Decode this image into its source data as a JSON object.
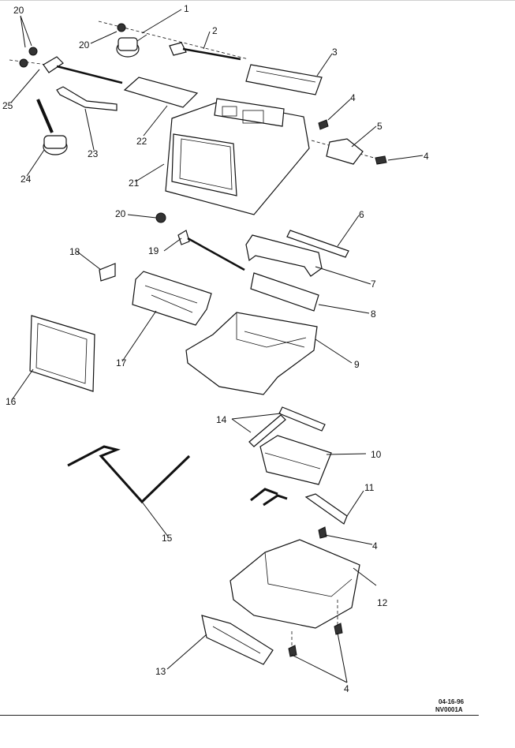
{
  "callouts": [
    {
      "id": "c1",
      "text": "1"
    },
    {
      "id": "c2",
      "text": "2"
    },
    {
      "id": "c3",
      "text": "3"
    },
    {
      "id": "c4a",
      "text": "4"
    },
    {
      "id": "c4b",
      "text": "4"
    },
    {
      "id": "c4c",
      "text": "4"
    },
    {
      "id": "c4d",
      "text": "4"
    },
    {
      "id": "c5",
      "text": "5"
    },
    {
      "id": "c6",
      "text": "6"
    },
    {
      "id": "c7",
      "text": "7"
    },
    {
      "id": "c8",
      "text": "8"
    },
    {
      "id": "c9",
      "text": "9"
    },
    {
      "id": "c10",
      "text": "10"
    },
    {
      "id": "c11",
      "text": "11"
    },
    {
      "id": "c12",
      "text": "12"
    },
    {
      "id": "c13",
      "text": "13"
    },
    {
      "id": "c14",
      "text": "14"
    },
    {
      "id": "c15",
      "text": "15"
    },
    {
      "id": "c16",
      "text": "16"
    },
    {
      "id": "c17",
      "text": "17"
    },
    {
      "id": "c18",
      "text": "18"
    },
    {
      "id": "c19",
      "text": "19"
    },
    {
      "id": "c20a",
      "text": "20"
    },
    {
      "id": "c20b",
      "text": "20"
    },
    {
      "id": "c20c",
      "text": "20"
    },
    {
      "id": "c21",
      "text": "21"
    },
    {
      "id": "c22",
      "text": "22"
    },
    {
      "id": "c23",
      "text": "23"
    },
    {
      "id": "c24",
      "text": "24"
    },
    {
      "id": "c25",
      "text": "25"
    }
  ],
  "footer": {
    "date_code": "04-16-96",
    "figure_code": "NV0001A"
  }
}
